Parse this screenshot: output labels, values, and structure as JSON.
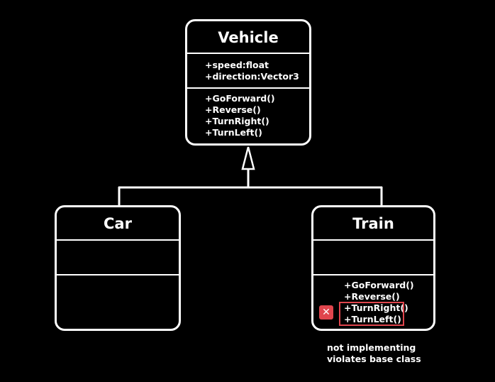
{
  "diagram": {
    "vehicle": {
      "name": "Vehicle",
      "attributes": [
        "+speed:float",
        "+direction:Vector3"
      ],
      "methods": [
        "+GoForward()",
        "+Reverse()",
        "+TurnRight()",
        "+TurnLeft()"
      ]
    },
    "car": {
      "name": "Car",
      "attributes": [],
      "methods": []
    },
    "train": {
      "name": "Train",
      "attributes": [],
      "methods": [
        "+GoForward()",
        "+Reverse()",
        "+TurnRight()",
        "+TurnLeft()"
      ],
      "flagged_methods": [
        "+TurnRight()",
        "+TurnLeft()"
      ]
    },
    "note": {
      "line1": "not implementing",
      "line2": "violates base class"
    },
    "colors": {
      "background": "#000000",
      "foreground": "#ffffff",
      "error": "#e0454d"
    },
    "icons": {
      "error": "error-x-icon"
    }
  }
}
